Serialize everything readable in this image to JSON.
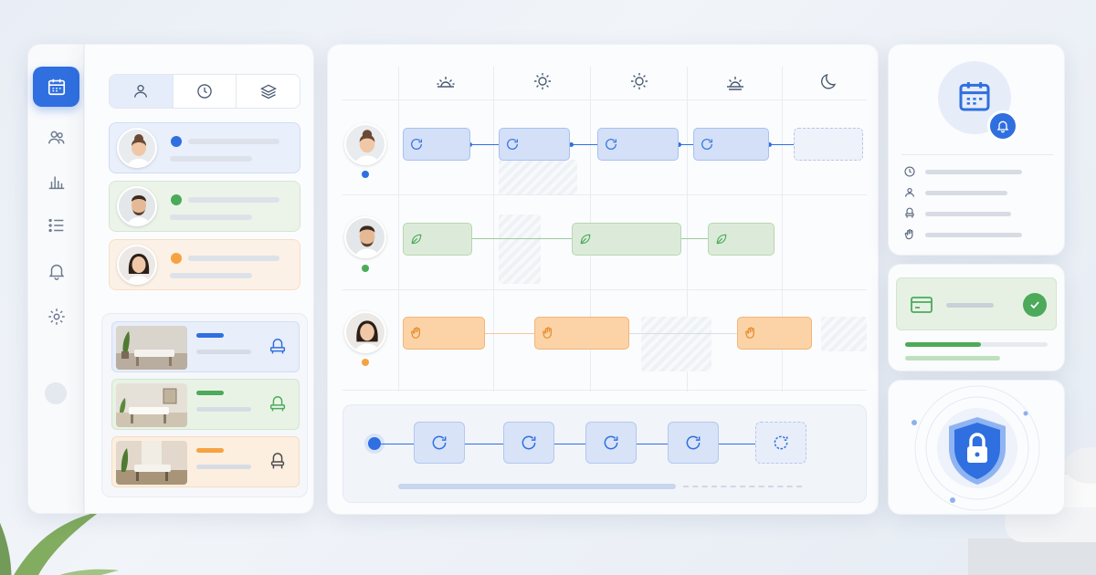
{
  "theme": {
    "accent": "#2f6fe0",
    "blue_light": "#d8e3f8",
    "green_light": "#dcebd9",
    "orange_light": "#fbd3a6",
    "green": "#4caa5a",
    "orange": "#f5a342"
  },
  "nav": {
    "items": [
      {
        "icon": "calendar-icon",
        "active": true
      },
      {
        "icon": "users-icon",
        "active": false
      },
      {
        "icon": "bar-chart-icon",
        "active": false
      },
      {
        "icon": "list-icon",
        "active": false
      },
      {
        "icon": "bell-icon",
        "active": false
      },
      {
        "icon": "gear-icon",
        "active": false
      }
    ]
  },
  "list": {
    "tabs": [
      {
        "icon": "person-icon",
        "active": true
      },
      {
        "icon": "clock-icon",
        "active": false
      },
      {
        "icon": "layers-icon",
        "active": false
      }
    ],
    "staff": [
      {
        "status": "blue",
        "icon": "avatar-woman-bun"
      },
      {
        "status": "green",
        "icon": "avatar-man"
      },
      {
        "status": "orange",
        "icon": "avatar-woman-dark-hair"
      }
    ],
    "rooms": [
      {
        "color": "blue",
        "icon": "massage-table-icon"
      },
      {
        "color": "green",
        "icon": "massage-table-icon"
      },
      {
        "color": "orange",
        "icon": "chair-icon"
      }
    ]
  },
  "schedule": {
    "columns": [
      "sunrise-icon",
      "sun-icon",
      "sun-icon",
      "sunset-icon",
      "moon-icon"
    ],
    "rows": [
      {
        "color": "blue",
        "block_icon": "refresh-icon"
      },
      {
        "color": "green",
        "block_icon": "leaf-icon"
      },
      {
        "color": "orange",
        "block_icon": "hand-icon"
      }
    ],
    "flow": {
      "node_icon": "refresh-icon",
      "nodes": 5,
      "progress": 0.69
    }
  },
  "profile": {
    "icon": "calendar-icon",
    "badge_icon": "bell-icon",
    "info_icons": [
      "clock-icon",
      "person-icon",
      "chair-icon",
      "hand-icon"
    ]
  },
  "payment": {
    "icon": "credit-card-icon",
    "status_icon": "check-icon",
    "progress": 0.53
  },
  "security": {
    "icon": "shield-lock-icon"
  }
}
